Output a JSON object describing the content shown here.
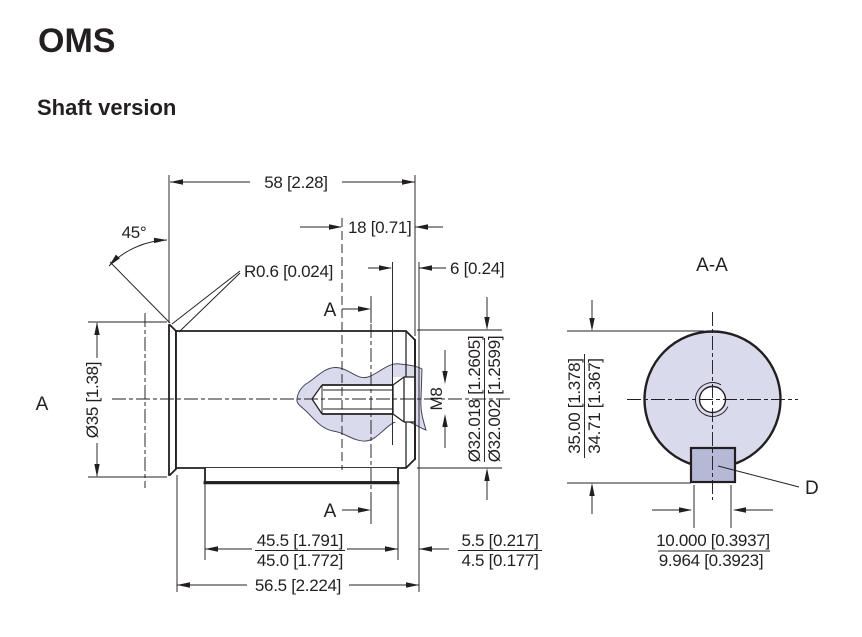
{
  "page": {
    "title": "OMS",
    "subtitle": "Shaft version"
  },
  "colors": {
    "line": "#231f20",
    "section_fill": "#d9daeb",
    "key_fill": "#b5b9d6"
  },
  "main_view": {
    "view_label": "A",
    "section_label_top": "A",
    "section_label_bottom": "A",
    "dim_overall_length": "58 [2.28]",
    "dim_chamfer_angle": "45°",
    "dim_fillet_radius": "R0.6  [0.024]",
    "dim_key_to_end": "18 [0.71]",
    "dim_thread_depth": "6 [0.24]",
    "dim_shoulder_dia": "Ø35 [1.38]",
    "dim_thread": "M8",
    "dim_shaft_dia_upper": "Ø32.018 [1.2605]",
    "dim_shaft_dia_lower": "Ø32.002 [1.2599]",
    "dim_key_length_upper": "45.5 [1.791]",
    "dim_key_length_lower": "45.0 [1.772]",
    "dim_end_offset_upper": "5.5 [0.217]",
    "dim_end_offset_lower": "4.5 [0.177]",
    "dim_cyl_length": "56.5 [2.224]"
  },
  "section_view": {
    "title": "A-A",
    "dim_flat_height_upper": "35.00 [1.378]",
    "dim_flat_height_lower": "34.71 [1.367]",
    "dim_key_width_upper": "10.000 [0.3937]",
    "dim_key_width_lower": "9.964 [0.3923]",
    "key_label": "D"
  }
}
